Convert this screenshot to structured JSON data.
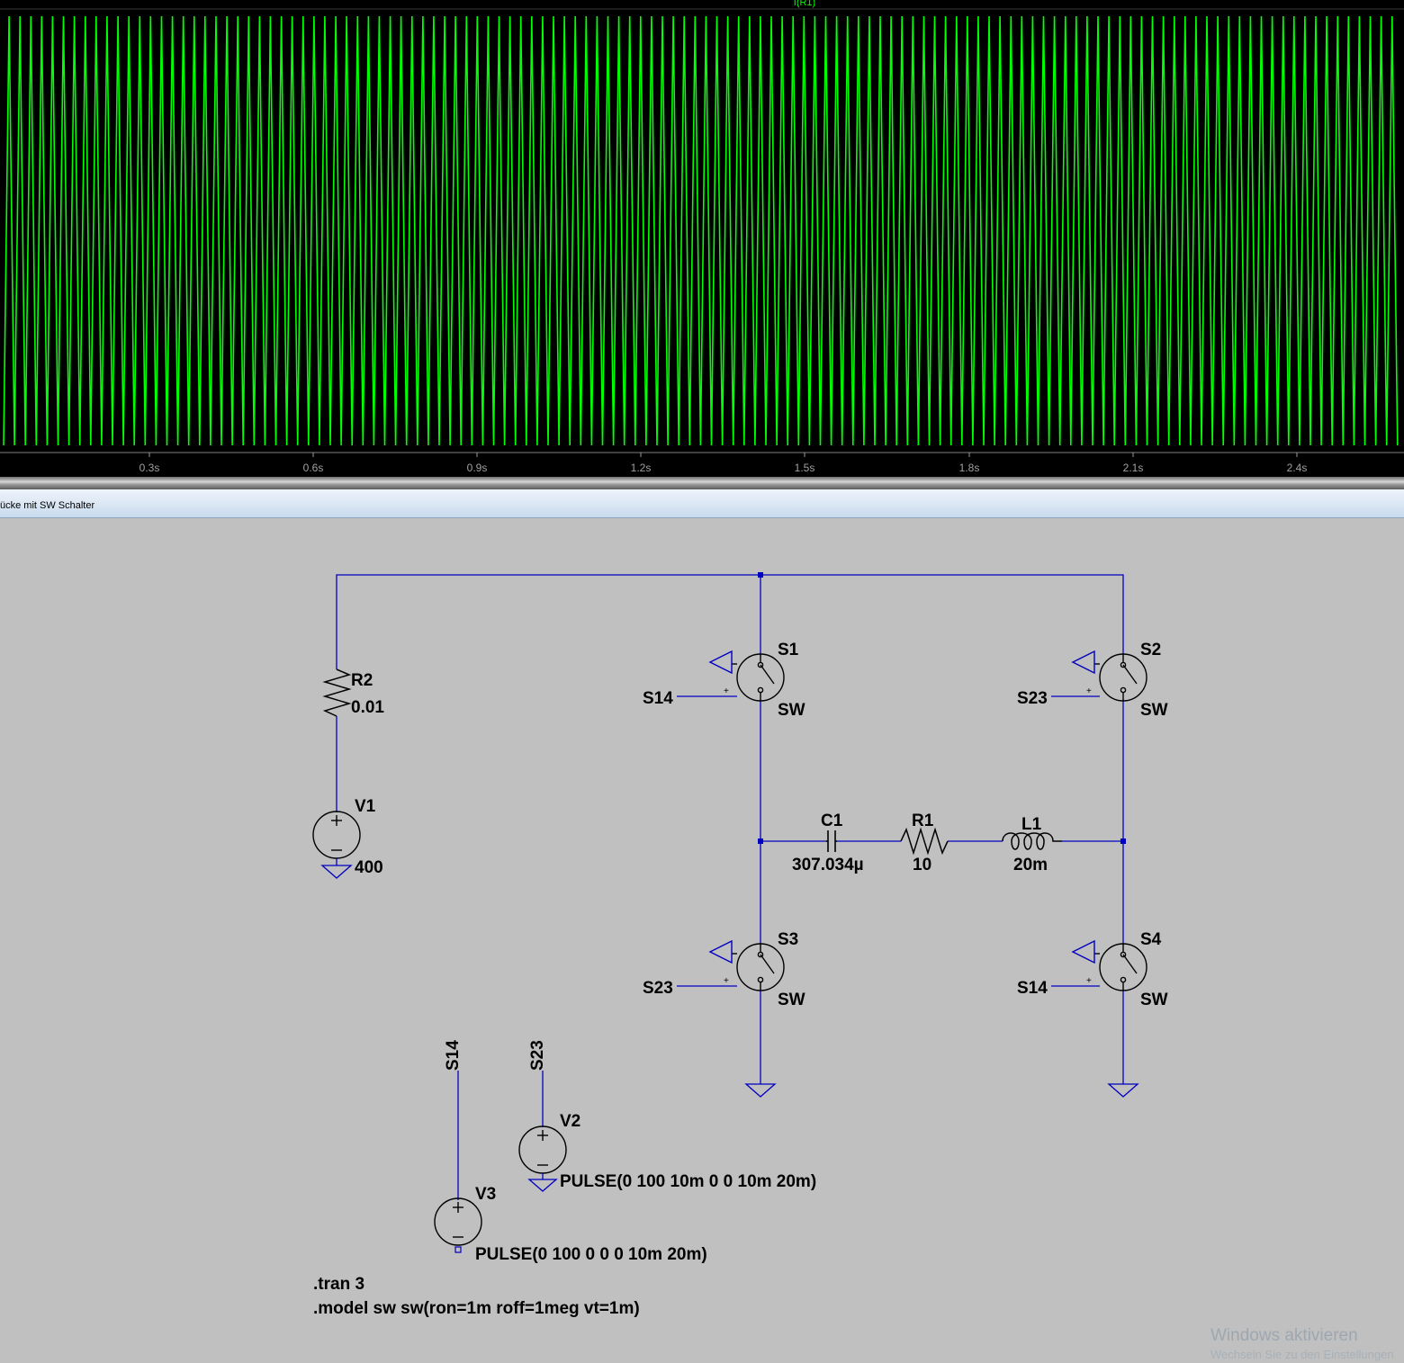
{
  "waveform": {
    "trace_label": "I(R1)",
    "trace_color": "#00ff00",
    "background": "#000000",
    "x_axis_ticks": [
      "0.3s",
      "0.6s",
      "0.9s",
      "1.2s",
      "1.5s",
      "1.8s",
      "2.1s",
      "2.4s"
    ]
  },
  "window": {
    "title": "ücke mit SW Schalter"
  },
  "schematic": {
    "wire_color": "#0000c0",
    "components": {
      "R2": {
        "name": "R2",
        "value": "0.01"
      },
      "V1": {
        "name": "V1",
        "value": "400"
      },
      "S1": {
        "name": "S1",
        "model": "SW",
        "control": "S14"
      },
      "S2": {
        "name": "S2",
        "model": "SW",
        "control": "S23"
      },
      "S3": {
        "name": "S3",
        "model": "SW",
        "control": "S23"
      },
      "S4": {
        "name": "S4",
        "model": "SW",
        "control": "S14"
      },
      "C1": {
        "name": "C1",
        "value": "307.034µ"
      },
      "R1": {
        "name": "R1",
        "value": "10"
      },
      "L1": {
        "name": "L1",
        "value": "20m"
      },
      "V2": {
        "name": "V2",
        "value": "PULSE(0 100 10m 0 0 10m 20m)",
        "net": "S23"
      },
      "V3": {
        "name": "V3",
        "value": "PULSE(0 100 0 0 0 10m 20m)",
        "net": "S14"
      }
    },
    "directives": [
      ".tran 3",
      ".model sw sw(ron=1m roff=1meg vt=1m)"
    ]
  },
  "watermark": {
    "line1": "Windows aktivieren",
    "line2": "Wechseln Sie zu den Einstellungen"
  }
}
